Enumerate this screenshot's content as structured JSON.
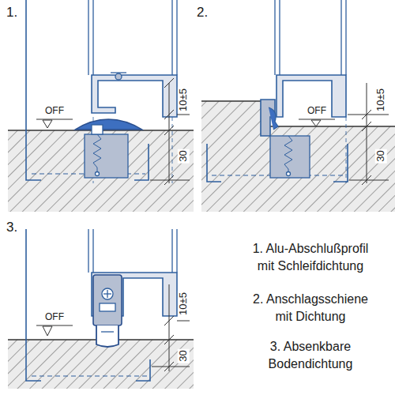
{
  "diagram": {
    "labels": [
      "1.",
      "OFF",
      "10±5",
      "30",
      "2.",
      "OFF",
      "10±5",
      "30",
      "3.",
      "OFF",
      "10±5",
      "30",
      "1. Alu-Abschlußprofil mit Schleifdichtung",
      "2. Anschlagsschiene mit Dichtung",
      "3. Absenkbare Bodendichtung"
    ]
  }
}
